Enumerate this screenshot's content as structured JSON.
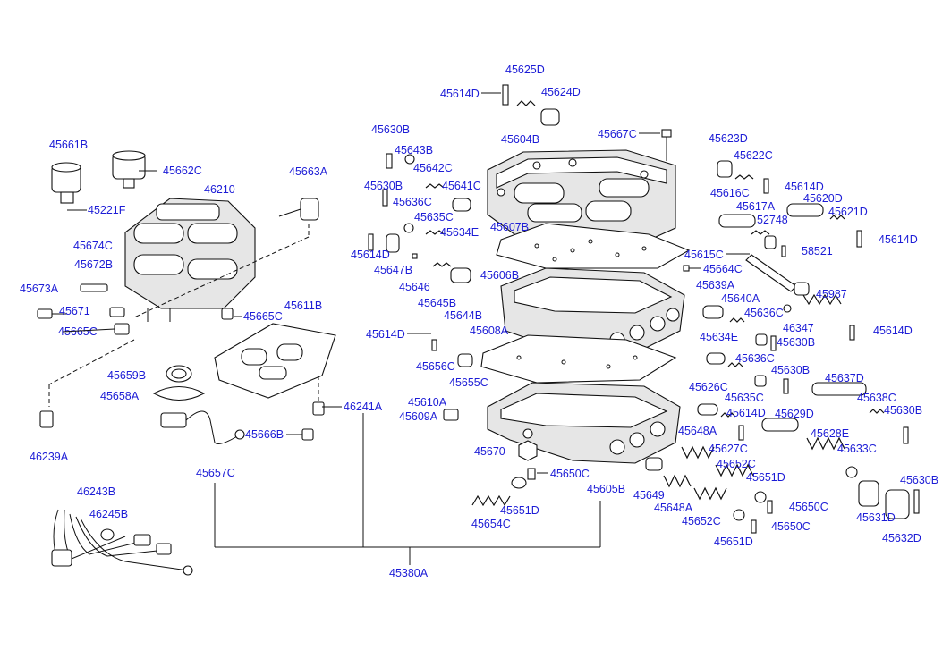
{
  "colors": {
    "label": "#1c1cd6",
    "line": "#111111",
    "background": "#ffffff"
  },
  "labels": {
    "p45625D": "45625D",
    "p45614D_a": "45614D",
    "p45624D": "45624D",
    "p45604B": "45604B",
    "p45667C": "45667C",
    "p45623D": "45623D",
    "p45622C": "45622C",
    "p45614D_b": "45614D",
    "p45616C": "45616C",
    "p45620D": "45620D",
    "p45617A": "45617A",
    "p45621D": "45621D",
    "p52748": "52748",
    "p45614D_c": "45614D",
    "p58521": "58521",
    "p45615C": "45615C",
    "p45664C": "45664C",
    "p45607B": "45607B",
    "p45606B": "45606B",
    "p45630B_a": "45630B",
    "p45643B": "45643B",
    "p45642C": "45642C",
    "p45630B_b": "45630B",
    "p45641C": "45641C",
    "p45636C_a": "45636C",
    "p45635C_a": "45635C",
    "p45634E_a": "45634E",
    "p45614D_d": "45614D",
    "p45647B": "45647B",
    "p45646": "45646",
    "p45645B": "45645B",
    "p45644B": "45644B",
    "p45661B": "45661B",
    "p45662C": "45662C",
    "p45663A": "45663A",
    "p46210": "46210",
    "p45221F": "45221F",
    "p45674C": "45674C",
    "p45672B": "45672B",
    "p45673A": "45673A",
    "p45671": "45671",
    "p45665C_a": "45665C",
    "p45665C_b": "45665C",
    "p45611B": "45611B",
    "p45614D_e": "45614D",
    "p45608A": "45608A",
    "p45656C": "45656C",
    "p45655C": "45655C",
    "p45659B": "45659B",
    "p45658A": "45658A",
    "p46241A": "46241A",
    "p45610A": "45610A",
    "p45609A": "45609A",
    "p46239A": "46239A",
    "p45666B": "45666B",
    "p45657C": "45657C",
    "p45670": "45670",
    "p45650C_a": "45650C",
    "p45605B": "45605B",
    "p45654C": "45654C",
    "p45651D_a": "45651D",
    "p46243B": "46243B",
    "p46245B": "46245B",
    "p45380A": "45380A",
    "p45639A": "45639A",
    "p45640A": "45640A",
    "p45636C_b": "45636C",
    "p45987": "45987",
    "p46347": "46347",
    "p45634E_b": "45634E",
    "p45630B_c": "45630B",
    "p45614D_f": "45614D",
    "p45636C_c": "45636C",
    "p45630B_d": "45630B",
    "p45626C": "45626C",
    "p45635C_b": "45635C",
    "p45637D": "45637D",
    "p45638C": "45638C",
    "p45614D_g": "45614D",
    "p45629D": "45629D",
    "p45630B_e": "45630B",
    "p45648A_a": "45648A",
    "p45627C": "45627C",
    "p45628E": "45628E",
    "p45652C_a": "45652C",
    "p45633C": "45633C",
    "p45651D_b": "45651D",
    "p45630B_f": "45630B",
    "p45649": "45649",
    "p45648A_b": "45648A",
    "p45650C_b": "45650C",
    "p45652C_b": "45652C",
    "p45631D": "45631D",
    "p45650C_c": "45650C",
    "p45632D": "45632D",
    "p45651D_c": "45651D"
  }
}
